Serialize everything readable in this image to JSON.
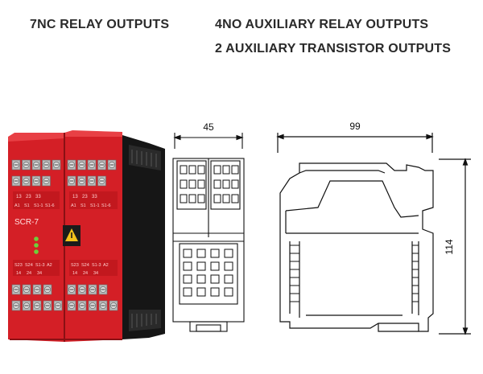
{
  "headings": {
    "nc_outputs": "7NC RELAY OUTPUTS",
    "no_aux_outputs": "4NO AUXILIARY RELAY OUTPUTS",
    "transistor_outputs": "2 AUXILIARY TRANSISTOR OUTPUTS"
  },
  "relay": {
    "model": "SCR-7",
    "top_terminals_row1": [
      "13",
      "23",
      "33"
    ],
    "top_terminals_row2": [
      "A1",
      "S1",
      "S1-1",
      "S1-6"
    ],
    "bottom_terminals_row1": [
      "S23",
      "S24",
      "S1-3",
      "A2"
    ],
    "bottom_terminals_row2": [
      "14",
      "24",
      "34"
    ],
    "colors": {
      "body": "#d41f26",
      "body_dark": "#9e1418",
      "terminal": "#c9c9c9",
      "led": "#6ecf3a",
      "rail_mount": "#1a1a1a"
    }
  },
  "dimensions": {
    "front_width": "45",
    "side_depth": "99",
    "height": "114"
  }
}
